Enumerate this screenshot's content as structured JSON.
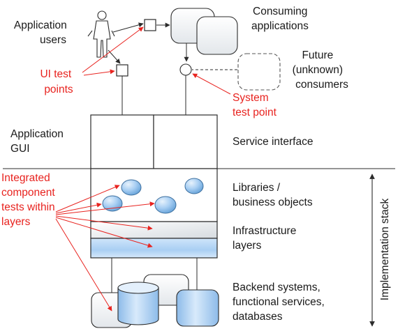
{
  "labels": {
    "application_users": [
      "Application",
      "users"
    ],
    "consuming_applications": [
      "Consuming",
      "applications"
    ],
    "future_consumers": [
      "Future",
      "(unknown)",
      "consumers"
    ],
    "ui_test_points": [
      "UI test",
      "points"
    ],
    "system_test_point": [
      "System",
      "test point"
    ],
    "application_gui": [
      "Application",
      "GUI"
    ],
    "service_interface": "Service interface",
    "integrated_tests": [
      "Integrated",
      "component",
      "tests within",
      "layers"
    ],
    "libraries": [
      "Libraries /",
      "business objects"
    ],
    "infrastructure": [
      "Infrastructure",
      "layers"
    ],
    "backend": [
      "Backend systems,",
      "functional services,",
      "databases"
    ],
    "implementation_stack": "Implementation stack"
  },
  "colors": {
    "annotation_red": "#e8231f",
    "layer_blue": "#a9cff3",
    "line_dark": "#2b2b2b"
  }
}
